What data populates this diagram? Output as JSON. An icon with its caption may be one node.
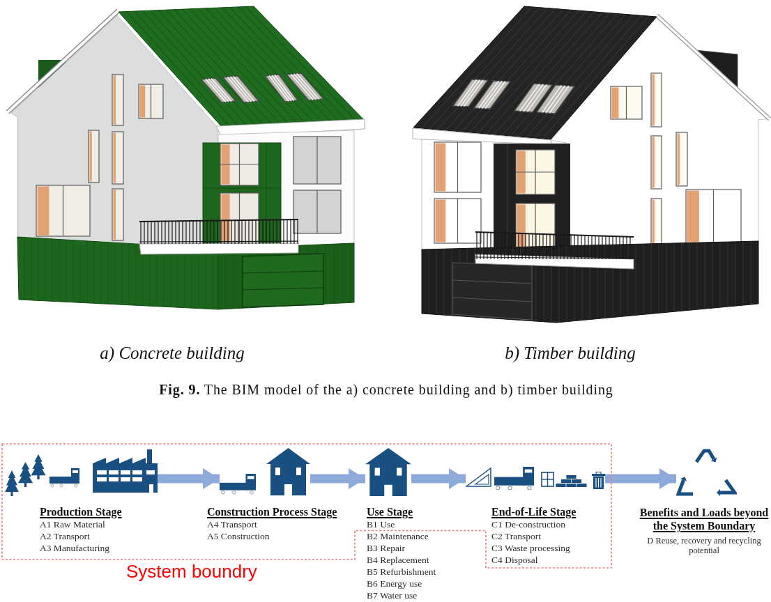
{
  "diagram": {
    "caption": "**Fig. 9.** The BIM model of the a) concrete building and b) timber building",
    "nodes": [
      {
        "text": [
          "System boundry"
        ]
      },
      {
        "text": [],
        "shape": "picture",
        "in": 0,
        "beside": [
          "Production Stage",
          "A1 Raw Material",
          "A2 Transport",
          "A3 Manufacturing"
        ]
      },
      {
        "text": [],
        "shape": "picture",
        "in": 0,
        "beside": [
          "Construction Process Stage",
          "A4 Transport",
          "A5 Construction"
        ]
      },
      {
        "text": [],
        "shape": "picture",
        "in": 0,
        "beside": [
          "Use Stage",
          "B1 Use",
          "B2 Maintenance",
          "B3 Repair",
          "B4 Replacement",
          "B5 Refurbishment",
          "B6 Energy use",
          "B7 Water use"
        ]
      },
      {
        "text": [],
        "shape": "picture",
        "in": 0,
        "beside": [
          "End-of-Life Stage",
          "C1 De-construction",
          "C2 Transport",
          "C3 Waste processing",
          "C4 Disposal"
        ]
      },
      {
        "text": [],
        "shape": "picture",
        "beside": [
          "Benefits and Loads beyond the System Boundary",
          "D Reuse, recovery and recycling potential"
        ]
      }
    ],
    "edges": [
      {
        "from": 1,
        "to": 2,
        "arrow": "to"
      },
      {
        "from": 2,
        "to": 3,
        "arrow": "to"
      },
      {
        "from": 3,
        "to": 4,
        "arrow": "to"
      },
      {
        "from": 4,
        "to": 5,
        "arrow": "to"
      }
    ],
    "labels": [
      "a) Concrete building",
      "b) Timber building"
    ]
  }
}
